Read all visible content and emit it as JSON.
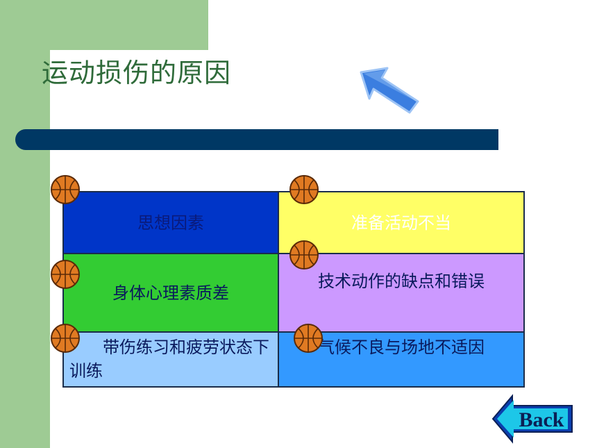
{
  "title": "运动损伤的原因",
  "cells": [
    {
      "label": "思想因素"
    },
    {
      "label": "准备活动不当"
    },
    {
      "label": "身体心理素质差"
    },
    {
      "label": "技术动作的缺点和错误"
    },
    {
      "label": "带伤练习和疲劳状态下训练"
    },
    {
      "label": "气候不良与场地不适因"
    }
  ],
  "back_button": {
    "label": "Back"
  },
  "colors": {
    "green_strip": "#9ecb94",
    "bar": "#003864",
    "cell_1": "#0035c8",
    "cell_2": "#ffff66",
    "cell_3": "#33cc33",
    "cell_4": "#cc99ff",
    "cell_5": "#99ccff",
    "cell_6": "#3399ff"
  },
  "icons": [
    "arrow-pointer-icon",
    "basketball-icon",
    "back-arrow-icon"
  ]
}
